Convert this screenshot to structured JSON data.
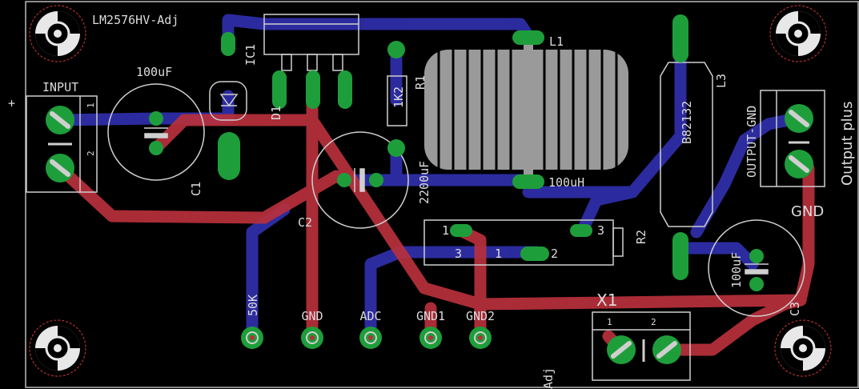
{
  "board": {
    "colors": {
      "background": "#000000",
      "top_copper": "#b8303c",
      "bottom_copper": "#2e2ea8",
      "pad": "#1e9e3a",
      "silkscreen": "#cfcfcf"
    }
  },
  "labels": {
    "ic_name": "LM2576HV-Adj",
    "ic_ref": "IC1",
    "input": "INPUT",
    "c1_value": "100uF",
    "c1_ref": "C1",
    "d1_ref": "D1",
    "r1_value": "1K2",
    "r1_ref": "R1",
    "c2_value": "2200uF",
    "c2_ref": "C2",
    "l1_ref": "L1",
    "l1_value": "100uH",
    "l3_part": "B82132",
    "l3_ref": "L3",
    "output_gnd": "OUTPUT-GND",
    "output_plus": "Output plus",
    "gnd_right": "GND",
    "r2_ref": "R2",
    "r2_pin1": "1",
    "r2_pin2": "2",
    "r2_pin3": "3",
    "r2_pin3b": "3",
    "r2_pin1b": "1",
    "c3_value": "100uF",
    "c3_ref": "C3",
    "x1_ref": "X1",
    "x1_pin1": "1",
    "x1_pin2": "2",
    "pin_1": "1",
    "pin_2": "2",
    "plus": "+",
    "adj": "Adj"
  },
  "header_pins": [
    {
      "label": "50K"
    },
    {
      "label": "GND"
    },
    {
      "label": "ADC"
    },
    {
      "label": "GND1"
    },
    {
      "label": "GND2"
    }
  ]
}
